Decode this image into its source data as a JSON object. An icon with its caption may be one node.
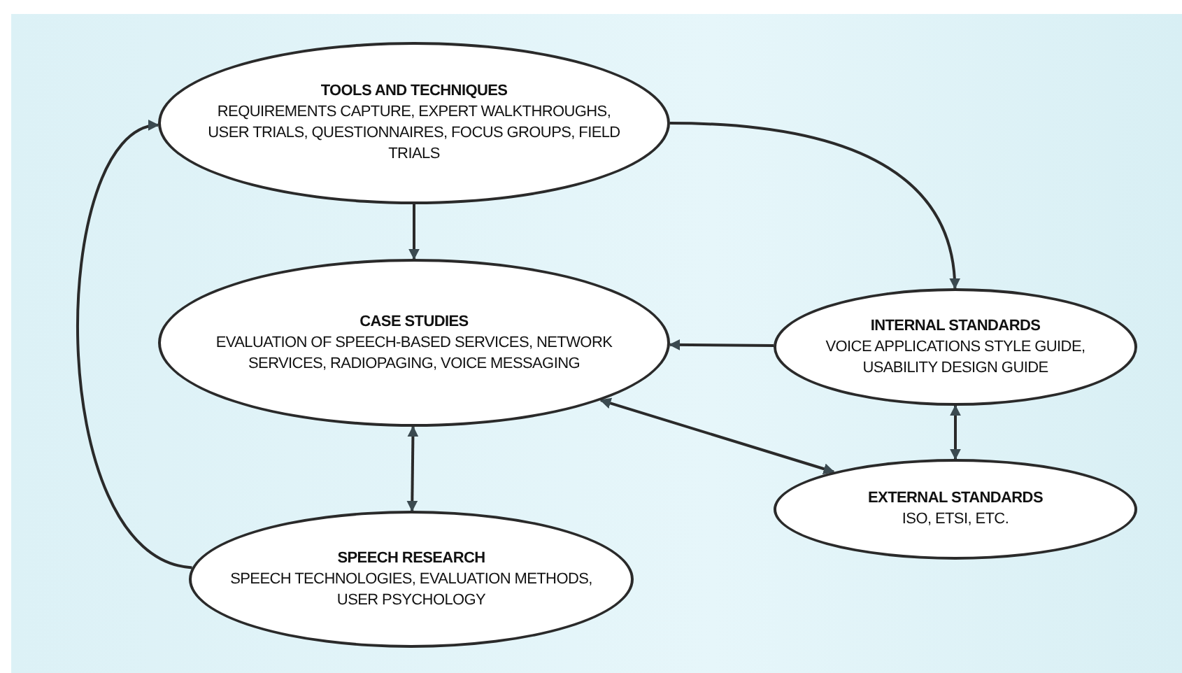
{
  "diagram": {
    "nodes": [
      {
        "text": [
          "TOOLS AND TECHNIQUES",
          "REQUIREMENTS CAPTURE, EXPERT WALKTHROUGHS, USER TRIALS, QUESTIONNAIRES, FOCUS GROUPS, FIELD TRIALS"
        ]
      },
      {
        "text": [
          "CASE STUDIES",
          "EVALUATION OF SPEECH-BASED SERVICES, NETWORK SERVICES, RADIOPAGING, VOICE MESSAGING"
        ]
      },
      {
        "text": [
          "INTERNAL STANDARDS",
          "VOICE APPLICATIONS STYLE GUIDE, USABILITY DESIGN GUIDE"
        ]
      },
      {
        "text": [
          "EXTERNAL STANDARDS",
          "ISO, ETSI, ETC."
        ]
      },
      {
        "text": [
          "SPEECH RESEARCH",
          "SPEECH TECHNOLOGIES, EVALUATION METHODS, USER PSYCHOLOGY"
        ]
      }
    ],
    "edges": [
      {
        "from": 0,
        "to": 1,
        "arrow": "to"
      },
      {
        "from": 0,
        "to": 2,
        "arrow": "to"
      },
      {
        "from": 2,
        "to": 1,
        "arrow": "to"
      },
      {
        "from": 2,
        "to": 3,
        "arrow": "both"
      },
      {
        "from": 1,
        "to": 3,
        "arrow": "both"
      },
      {
        "from": 1,
        "to": 4,
        "arrow": "both"
      },
      {
        "from": 4,
        "to": 0,
        "arrow": "to"
      }
    ]
  }
}
